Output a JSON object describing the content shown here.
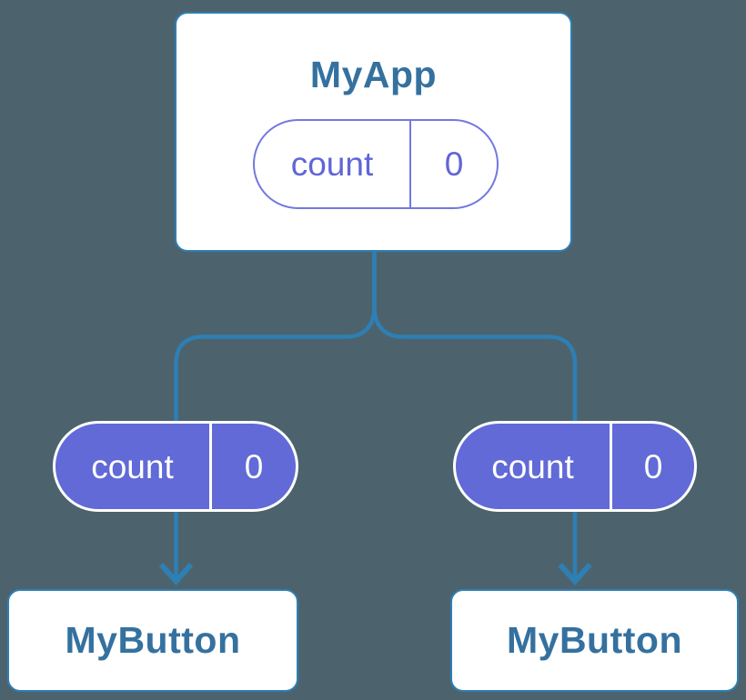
{
  "background_color": "#4C636D",
  "colors": {
    "connector_blue": "#2E7FB4",
    "node_border_blue": "#2E7FB4",
    "node_text_blue": "#35719F",
    "state_purple_fill": "#616AD6",
    "state_purple_outline": "#7478DF",
    "card_background": "#FFFFFF",
    "state_text_on_purple": "#FFFFFF"
  },
  "diagram": {
    "root": {
      "title": "MyApp",
      "state": {
        "name": "count",
        "value": "0"
      }
    },
    "children": [
      {
        "title": "MyButton",
        "state": {
          "name": "count",
          "value": "0"
        }
      },
      {
        "title": "MyButton",
        "state": {
          "name": "count",
          "value": "0"
        }
      }
    ]
  }
}
